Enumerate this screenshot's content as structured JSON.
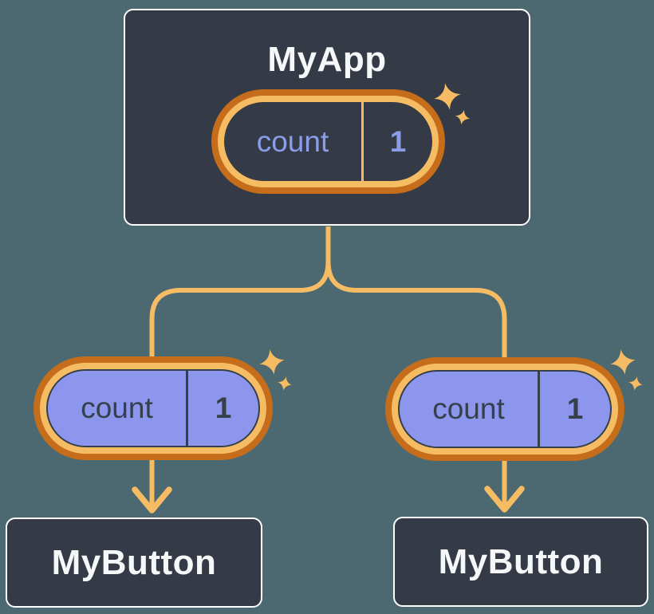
{
  "tree": {
    "root": {
      "title": "MyApp",
      "state": {
        "name": "count",
        "value": "1"
      }
    },
    "children": [
      {
        "title": "MyButton",
        "state": {
          "name": "count",
          "value": "1"
        }
      },
      {
        "title": "MyButton",
        "state": {
          "name": "count",
          "value": "1"
        }
      }
    ]
  },
  "colors": {
    "background": "#4C6871",
    "node_bg": "#343B47",
    "node_border": "#FFFFFF",
    "node_text": "#F6F7F9",
    "ring_outer": "#C56D1A",
    "ring_inner": "#F6BC64",
    "wire": "#F6BC64",
    "pill_fill": "#8C96ED",
    "pill_text_dark": "#35404B",
    "pill_text_purple": "#8B9DE8"
  }
}
